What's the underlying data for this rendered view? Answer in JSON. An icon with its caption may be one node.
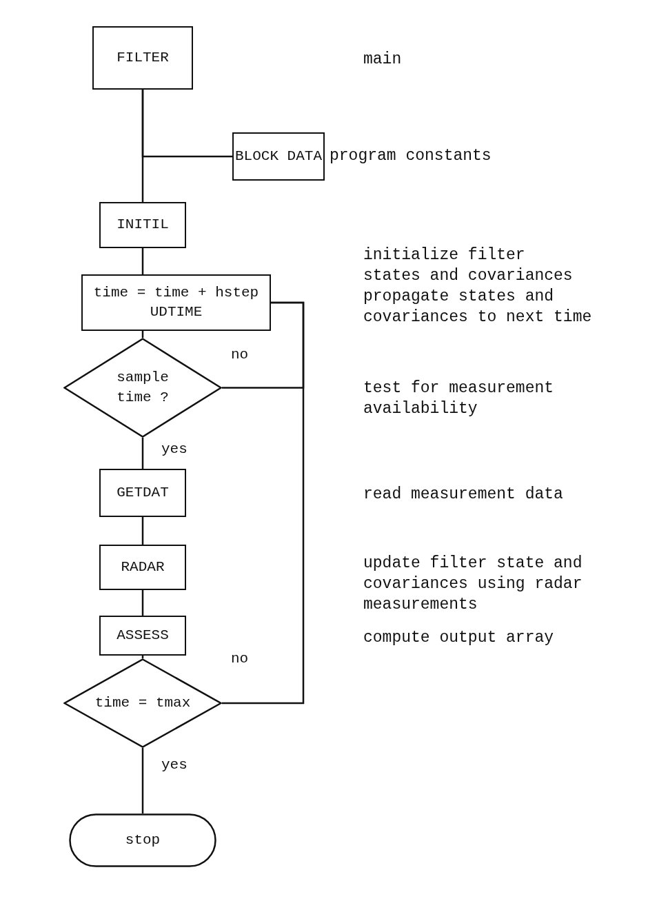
{
  "diagram": {
    "nodes": [
      {
        "text": [
          "FILTER"
        ]
      },
      {
        "text": [
          "BLOCK DATA"
        ],
        "beside": [
          "program constants"
        ]
      },
      {
        "text": [
          "INITIL"
        ]
      },
      {
        "text": [
          "time = time + hstep",
          "UDTIME"
        ]
      },
      {
        "text": [
          "sample time ?"
        ]
      },
      {
        "text": [
          "GETDAT"
        ]
      },
      {
        "text": [
          "RADAR"
        ]
      },
      {
        "text": [
          "ASSESS"
        ]
      },
      {
        "text": [
          "time = tmax"
        ]
      },
      {
        "text": [
          "stop"
        ]
      }
    ],
    "edges": [
      {
        "from": 0,
        "to": 2,
        "arrow": "none"
      },
      {
        "from": 0,
        "to": 1,
        "arrow": "none"
      },
      {
        "from": 2,
        "to": 3,
        "arrow": "none"
      },
      {
        "from": 3,
        "to": 4,
        "arrow": "none"
      },
      {
        "from": 4,
        "to": 5,
        "arrow": "none",
        "label": "yes"
      },
      {
        "from": 5,
        "to": 6,
        "arrow": "none"
      },
      {
        "from": 6,
        "to": 7,
        "arrow": "none"
      },
      {
        "from": 7,
        "to": 8,
        "arrow": "none"
      },
      {
        "from": 8,
        "to": 9,
        "arrow": "none",
        "label": "yes"
      },
      {
        "from": 4,
        "to": 3,
        "arrow": "none",
        "label": "no"
      },
      {
        "from": 8,
        "to": 3,
        "arrow": "none",
        "label": "no"
      }
    ],
    "labels": [
      "main",
      "initialize filter states and covariances",
      "propagate states and covariances to next time",
      "test for measurement availability",
      "read measurement data",
      "update filter state and covariances using radar measurements",
      "compute output array"
    ]
  }
}
